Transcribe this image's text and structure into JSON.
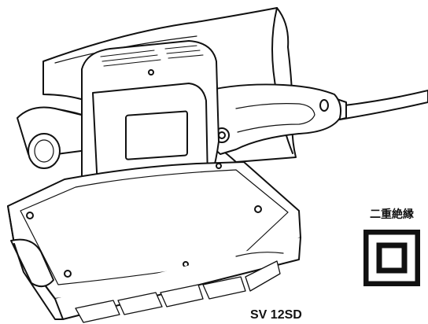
{
  "double_insulation": {
    "label": "二重絶縁",
    "icon": "double-insulation-icon"
  },
  "model": {
    "name": "SV 12SD"
  },
  "illustration": {
    "icon": "orbital-sander-illustration",
    "stroke": "#111111",
    "fill": "#ffffff"
  }
}
